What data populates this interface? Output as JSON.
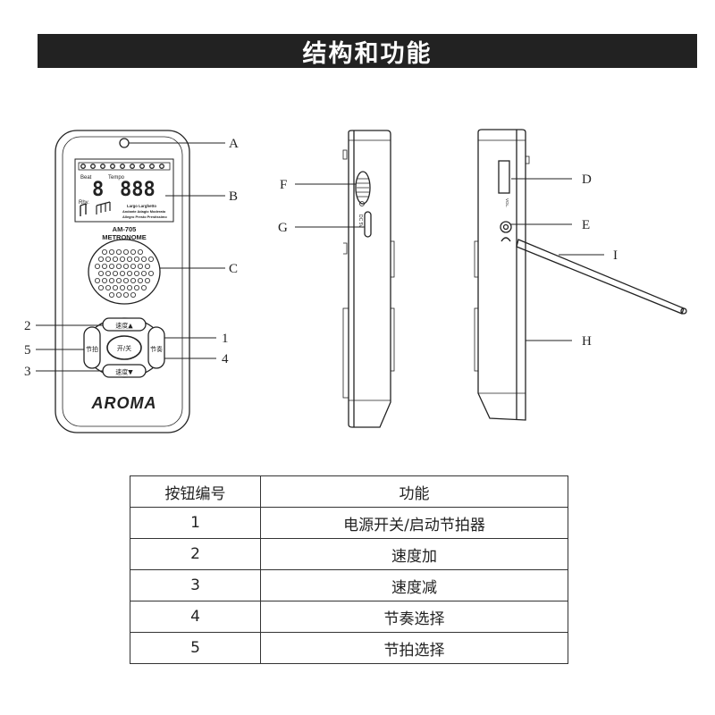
{
  "header": {
    "title": "结构和功能"
  },
  "device_front": {
    "model": "AM-705",
    "subtitle": "METRONOME",
    "brand": "AROMA",
    "display": {
      "beat_label": "Beat",
      "tempo_label": "Tempo",
      "digit_beat": "8",
      "digit_tempo": "888",
      "rhy_label": "Rhy.",
      "tempo_terms_1": "Largo  Larghetto",
      "tempo_terms_2": "Andante Adagio Moderato",
      "tempo_terms_3": "Allegro Presto Prestissimo"
    },
    "buttons": {
      "speed_up": "速度▲",
      "speed_down": "速度▼",
      "power": "开/关",
      "beat": "节拍",
      "rhythm": "节奏"
    }
  },
  "device_side": {
    "dc_label": "DC 5V"
  },
  "device_side2": {
    "vol_label": "VOL."
  },
  "callouts": {
    "A": "A",
    "B": "B",
    "C": "C",
    "D": "D",
    "E": "E",
    "F": "F",
    "G": "G",
    "H": "H",
    "I": "I",
    "n1": "1",
    "n2": "2",
    "n3": "3",
    "n4": "4",
    "n5": "5"
  },
  "table": {
    "headers": [
      "按钮编号",
      "功能"
    ],
    "rows": [
      [
        "1",
        "电源开关/启动节拍器"
      ],
      [
        "2",
        "速度加"
      ],
      [
        "3",
        "速度减"
      ],
      [
        "4",
        "节奏选择"
      ],
      [
        "5",
        "节拍选择"
      ]
    ]
  }
}
